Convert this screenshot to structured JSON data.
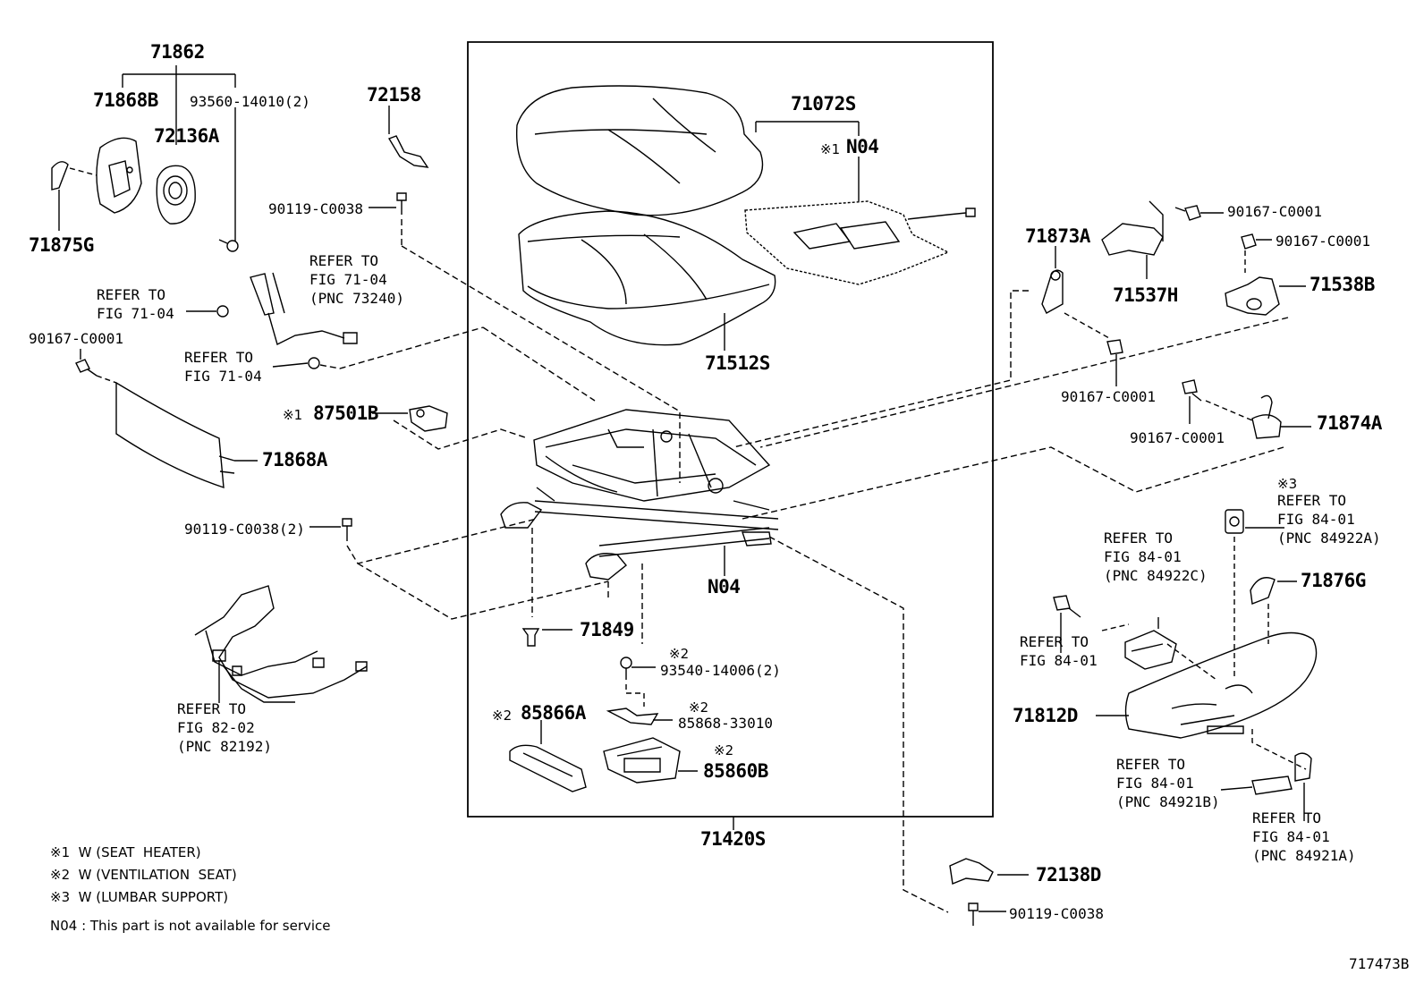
{
  "labels": {
    "p71862": "71862",
    "p71868B": "71868B",
    "p93560": "93560-14010(2)",
    "p72136A": "72136A",
    "p71875G": "71875G",
    "p72158": "72158",
    "p90119a": "90119-C0038",
    "ref7104a_1": "REFER TO",
    "ref7104a_2": "FIG 71-04",
    "ref7104a_3": "(PNC 73240)",
    "ref7104b_1": "REFER TO",
    "ref7104b_2": "FIG 71-04",
    "p90167a": "90167-C0001",
    "ref7104c_1": "REFER TO",
    "ref7104c_2": "FIG 71-04",
    "p87501B_mark": "※1",
    "p87501B": "87501B",
    "p71868A": "71868A",
    "p90119b": "90119-C0038(2)",
    "ref8202_1": "REFER TO",
    "ref8202_2": "FIG 82-02",
    "ref8202_3": "(PNC 82192)",
    "p71072S": "71072S",
    "n04a_mark": "※1",
    "n04a": "N04",
    "p71512S": "71512S",
    "n04b": "N04",
    "p71849": "71849",
    "mark2a": "※2",
    "p93540": "93540-14006(2)",
    "p85866A_mark": "※2",
    "p85866A": "85866A",
    "mark2b": "※2",
    "p85868": "85868-33010",
    "mark2c": "※2",
    "p85860B": "85860B",
    "p71420S": "71420S",
    "p71873A": "71873A",
    "p90167b": "90167-C0001",
    "p90167c": "90167-C0001",
    "p71537H": "71537H",
    "p71538B": "71538B",
    "p90167d": "90167-C0001",
    "p90167e": "90167-C0001",
    "p71874A": "71874A",
    "mark3": "※3",
    "ref8401a_1": "REFER TO",
    "ref8401a_2": "FIG 84-01",
    "ref8401a_3": "(PNC 84922A)",
    "ref8401b_1": "REFER TO",
    "ref8401b_2": "FIG 84-01",
    "ref8401b_3": "(PNC 84922C)",
    "p71876G": "71876G",
    "ref8401c_1": "REFER TO",
    "ref8401c_2": "FIG 84-01",
    "p71812D": "71812D",
    "ref8401d_1": "REFER TO",
    "ref8401d_2": "FIG 84-01",
    "ref8401d_3": "(PNC 84921B)",
    "ref8401e_1": "REFER TO",
    "ref8401e_2": "FIG 84-01",
    "ref8401e_3": "(PNC 84921A)",
    "p72138D": "72138D",
    "p90119c": "90119-C0038",
    "diagram_id": "717473B"
  },
  "notes": [
    "※1  W (SEAT  HEATER)",
    "※2  W (VENTILATION  SEAT)",
    "※3  W (LUMBAR SUPPORT)",
    "N04 : This part is not available for service"
  ]
}
